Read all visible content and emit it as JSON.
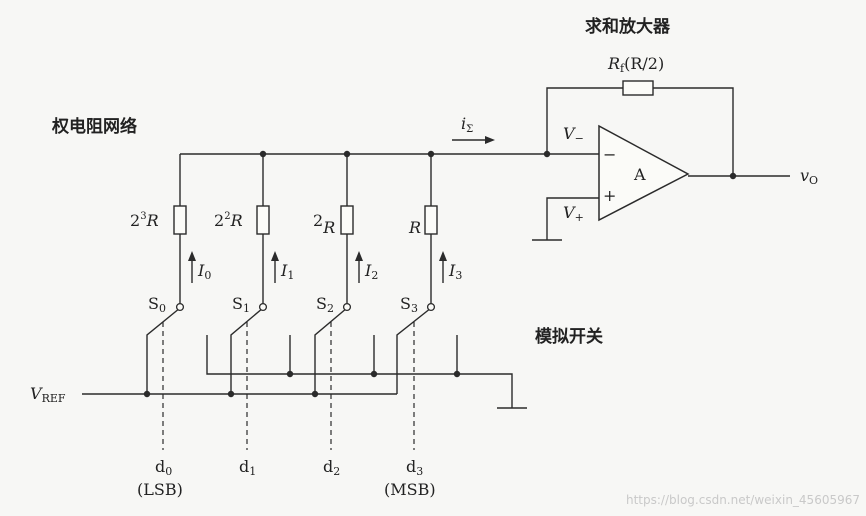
{
  "titles": {
    "amplifier": "求和放大器",
    "network": "权电阻网络",
    "switches": "模拟开关"
  },
  "feedback": {
    "r": "R",
    "sub": "f",
    "paren": "(R/2)"
  },
  "current_sum": {
    "i": "i",
    "sub": "Σ"
  },
  "opamp": {
    "name": "A",
    "minus": "−",
    "plus": "+",
    "vminus_v": "V",
    "vminus_sub": "−",
    "vplus_v": "V",
    "vplus_sub": "+",
    "output_v": "v",
    "output_sub": "O"
  },
  "vref": {
    "v": "V",
    "sub": "REF"
  },
  "branches": [
    {
      "res_pre": "2",
      "res_sup": "3",
      "res_r": "R",
      "cur": "I",
      "cur_sub": "0",
      "sw": "S",
      "sw_sub": "0",
      "d": "d",
      "d_sub": "0",
      "tag": "(LSB)"
    },
    {
      "res_pre": "2",
      "res_sup": "2",
      "res_r": "R",
      "cur": "I",
      "cur_sub": "1",
      "sw": "S",
      "sw_sub": "1",
      "d": "d",
      "d_sub": "1",
      "tag": ""
    },
    {
      "res_pre": "2",
      "res_sup": "",
      "res_r": "R",
      "cur": "I",
      "cur_sub": "2",
      "sw": "S",
      "sw_sub": "2",
      "d": "d",
      "d_sub": "2",
      "tag": ""
    },
    {
      "res_pre": "",
      "res_sup": "",
      "res_r": "R",
      "cur": "I",
      "cur_sub": "3",
      "sw": "S",
      "sw_sub": "3",
      "d": "d",
      "d_sub": "3",
      "tag": "(MSB)"
    }
  ],
  "watermark": "https://blog.csdn.net/weixin_45605967"
}
